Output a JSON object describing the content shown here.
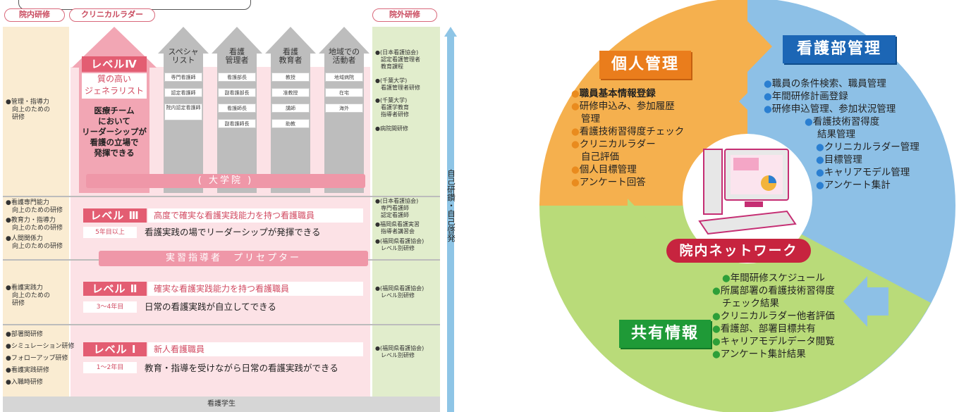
{
  "ladder": {
    "pill_inhouse": "院内研修",
    "pill_clinical": "クリニカルラダー",
    "pill_external": "院外研修",
    "self_dev": "自己研鑽・自己啓発",
    "careers": [
      {
        "title": "スペシャリスト",
        "boxes": [
          "専門看護師",
          "認定看護師",
          "院内認定看護師",
          ""
        ]
      },
      {
        "title": "看護管理者",
        "boxes": [
          "看護部長",
          "副看護部長",
          "看護師長",
          "副看護師長"
        ]
      },
      {
        "title": "看護教育者",
        "boxes": [
          "教授",
          "准教授",
          "講師",
          "助教"
        ]
      },
      {
        "title": "地域での活動者",
        "boxes": [
          "地域病院",
          "在宅",
          "海外",
          ""
        ]
      }
    ],
    "level4": {
      "tag": "レベルⅣ",
      "sub1": "質の高い",
      "sub2": "ジェネラリスト",
      "desc": [
        "医療チーム",
        "において",
        "リーダーシップが",
        "看護の立場で",
        "発揮できる"
      ]
    },
    "daigakuin": "( 大学院 )",
    "level3": {
      "tag": "レベル Ⅲ",
      "desc": "高度で確実な看護実践能力を持つ看護職員",
      "years": "5年目以上",
      "sub": "看護実践の場でリーダーシップが発揮できる"
    },
    "band_preceptor": "実習指導者　プリセプター",
    "level2": {
      "tag": "レベル Ⅱ",
      "desc": "確実な看護実践能力を持つ看護職員",
      "years": "3〜4年目",
      "sub": "日常の看護実践が自立してできる"
    },
    "level1": {
      "tag": "レベル Ⅰ",
      "desc": "新人看護職員",
      "years": "1〜2年目",
      "sub": "教育・指導を受けながら日常の看護実践ができる"
    },
    "bottom": "看護学生",
    "left_items": [
      {
        "text": "●管理・指導力\n　向上のための\n　研修"
      },
      {
        "text": "●看護専門能力\n　向上のための研修"
      },
      {
        "text": "●教育力・指導力\n　向上のための研修"
      },
      {
        "text": "●人間関係力\n　向上のための研修"
      },
      {
        "text": "●看護実践力\n　向上のための\n　研修"
      },
      {
        "text": "●部署間研修"
      },
      {
        "text": "●シミュレーション研修"
      },
      {
        "text": "●フォローアップ研修"
      },
      {
        "text": "●看護実践研修"
      },
      {
        "text": "●入職時研修"
      }
    ],
    "right_items": [
      {
        "text": "●(日本看護協会)\n　認定看護管理者\n　教育課程"
      },
      {
        "text": "●(千葉大学)\n　看護管理者研修"
      },
      {
        "text": "●(千葉大学)\n　看護学教育\n　指導者研修"
      },
      {
        "text": "●病院間研修"
      },
      {
        "text": "●(日本看護協会)\n　専門看護師\n　認定看護師"
      },
      {
        "text": "●福岡県看護実習\n　指導者講習会"
      },
      {
        "text": "●(福岡県看護協会)\n　レベル別研修"
      },
      {
        "text": "●(福岡県看護協会)\n　レベル別研修"
      },
      {
        "text": "●(福岡県看護協会)\n　レベル別研修"
      }
    ]
  },
  "wheel": {
    "personal": {
      "title": "個人管理",
      "items": [
        "職員基本情報登録",
        "研修申込み、参加履歴",
        "管理",
        "看護技術習得度チェック",
        "クリニカルラダー",
        "自己評価",
        "個人目標管理",
        "アンケート回答"
      ]
    },
    "nursing": {
      "title": "看護部管理",
      "items": [
        "職員の条件検索、職員管理",
        "年間研修計画登録",
        "研修申込管理、参加状況管理",
        "看護技術習得度",
        "結果管理",
        "クリニカルラダー管理",
        "目標管理",
        "キャリアモデル管理",
        "アンケート集計"
      ]
    },
    "network": "院内ネットワーク",
    "shared": {
      "title": "共有情報",
      "items": [
        "年間研修スケジュール",
        "所属部署の看護技術習得度",
        "チェック結果",
        "クリニカルラダー他者評価",
        "看護部、部署目標共有",
        "キャリアモデルデータ閲覧",
        "アンケート集計結果"
      ]
    },
    "colors": {
      "orange": "#f5b04e",
      "blue": "#8dc0e6",
      "green": "#b9db79",
      "red": "#c7243f"
    }
  }
}
